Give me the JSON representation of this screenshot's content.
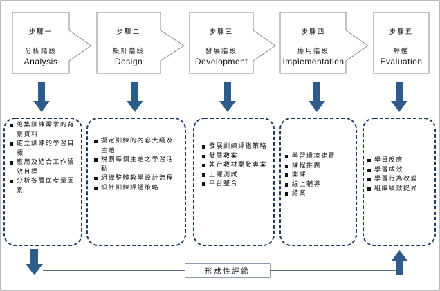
{
  "steps": [
    {
      "number": "步驟一",
      "name_zh": "分析階段",
      "name_en": "Analysis"
    },
    {
      "number": "步驟二",
      "name_zh": "設計階段",
      "name_en": "Design"
    },
    {
      "number": "步驟三",
      "name_zh": "發展階段",
      "name_en": "Development"
    },
    {
      "number": "步驟四",
      "name_zh": "應用階段",
      "name_en": "Implementation"
    },
    {
      "number": "步驟五",
      "name_zh": "評鑑",
      "name_en": "Evaluation"
    }
  ],
  "details": [
    [
      "蒐集訓練需求的背景資料",
      "確立訓練的學習目標",
      "應用及結合工作績效目標",
      "分析各層面考量因素"
    ],
    [
      "擬定訓練的內容大綱及主題",
      "規劃每個主題之學習活動",
      "組織整體教學設計流程",
      "設計訓練評鑑策略"
    ],
    [
      "發展訓練評鑑策略",
      "發展教案",
      "執行教材開發專案",
      "上線測試",
      "平台整合"
    ],
    [
      "學習環境建置",
      "課程推廣",
      "開課",
      "線上輔導",
      "結案"
    ],
    [
      "學員反應",
      "學習成效",
      "學習行為改變",
      "組織績效提昇"
    ]
  ],
  "formative_evaluation": "形成性評鑑",
  "colors": {
    "arrow_fill": "#2e5c8a",
    "dashed_border": "#1f3a5f",
    "outline": "#888888",
    "text": "#111111"
  }
}
